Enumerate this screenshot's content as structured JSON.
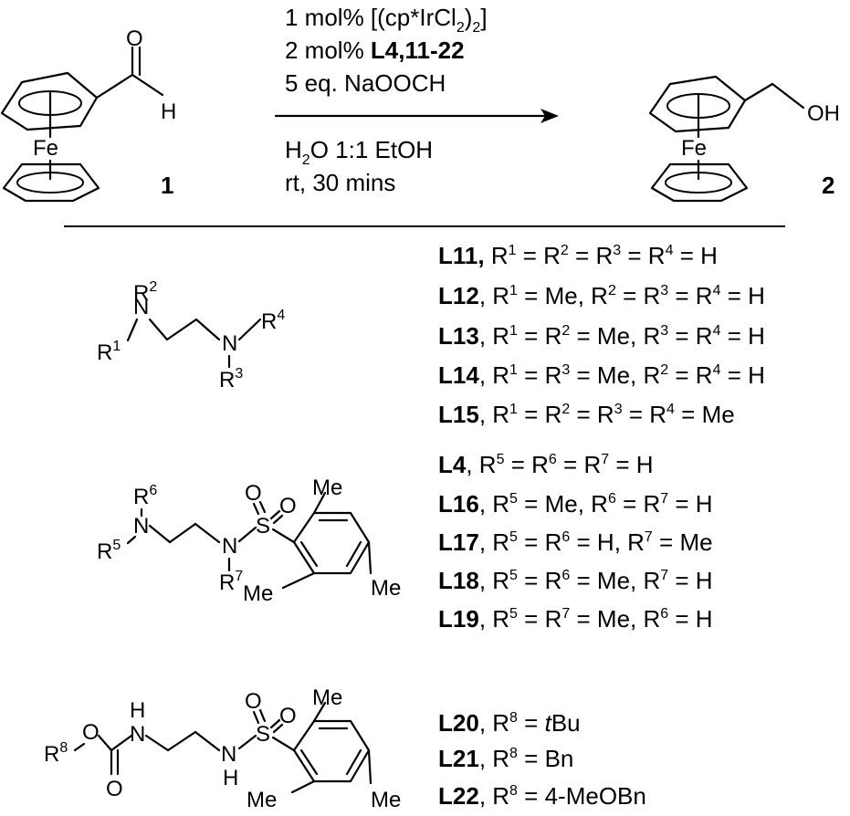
{
  "reaction": {
    "conditions_above": [
      "1 mol% [(cp*IrCl",
      "2 mol% ",
      "L4,11-22",
      "5 eq. NaOOCH"
    ],
    "catalyst_sub_2": "2",
    "catalyst_close": ")",
    "catalyst_end": "]",
    "conditions_below": [
      "H",
      "2",
      "O 1:1 EtOH",
      "rt, 30 mins"
    ],
    "reactant": {
      "id": "1",
      "fe": "Fe",
      "o": "O",
      "h": "H"
    },
    "product": {
      "id": "2",
      "fe": "Fe",
      "oh": "OH"
    }
  },
  "group_a": {
    "atoms": {
      "n": "N",
      "r": "R",
      "r1": "1",
      "r2": "2",
      "r3": "3",
      "r4": "4"
    },
    "ligands": [
      {
        "id": "L11,",
        "text": [
          " R",
          "1",
          " = R",
          "2",
          " = R",
          "3",
          " = R",
          "4",
          " = H"
        ]
      },
      {
        "id": "L12",
        "text": [
          ", R",
          "1",
          " = Me, R",
          "2",
          " = R",
          "3",
          " = R",
          "4",
          " = H"
        ]
      },
      {
        "id": "L13",
        "text": [
          ", R",
          "1",
          " = R",
          "2",
          " = Me, R",
          "3",
          " = R",
          "4",
          " = H"
        ]
      },
      {
        "id": "L14",
        "text": [
          ", R",
          "1",
          " = R",
          "3",
          " = Me, R",
          "2",
          " = R",
          "4",
          " = H"
        ]
      },
      {
        "id": "L15",
        "text": [
          ", R",
          "1",
          " = R",
          "2",
          " = R",
          "3",
          " = R",
          "4",
          " = Me"
        ]
      }
    ]
  },
  "group_b": {
    "atoms": {
      "n": "N",
      "s": "S",
      "o": "O",
      "r": "R",
      "r5": "5",
      "r6": "6",
      "r7": "7",
      "me": "Me"
    },
    "ligands": [
      {
        "id": "L4",
        "text": [
          ", R",
          "5",
          " = R",
          "6",
          " = R",
          "7",
          " = H"
        ]
      },
      {
        "id": "L16",
        "text": [
          ", R",
          "5",
          " = Me, R",
          "6",
          " = R",
          "7",
          " = H"
        ]
      },
      {
        "id": "L17",
        "text": [
          ", R",
          "5",
          " = R",
          "6",
          " = H, R",
          "7",
          " = Me"
        ]
      },
      {
        "id": "L18",
        "text": [
          ", R",
          "5",
          " = R",
          "6",
          " = Me, R",
          "7",
          " = H"
        ]
      },
      {
        "id": "L19",
        "text": [
          ", R",
          "5",
          " = R",
          "7",
          " = Me, R",
          "6",
          " = H"
        ]
      }
    ]
  },
  "group_c": {
    "atoms": {
      "n": "N",
      "h": "H",
      "s": "S",
      "o": "O",
      "r": "R",
      "r8": "8",
      "me": "Me"
    },
    "ligands": [
      {
        "id": "L20",
        "text": [
          ", R",
          "8",
          " = ",
          "t",
          "Bu"
        ]
      },
      {
        "id": "L21",
        "text": [
          ", R",
          "8",
          " = Bn"
        ]
      },
      {
        "id": "L22",
        "text": [
          ", R",
          "8",
          " = 4-MeOBn"
        ]
      }
    ]
  }
}
